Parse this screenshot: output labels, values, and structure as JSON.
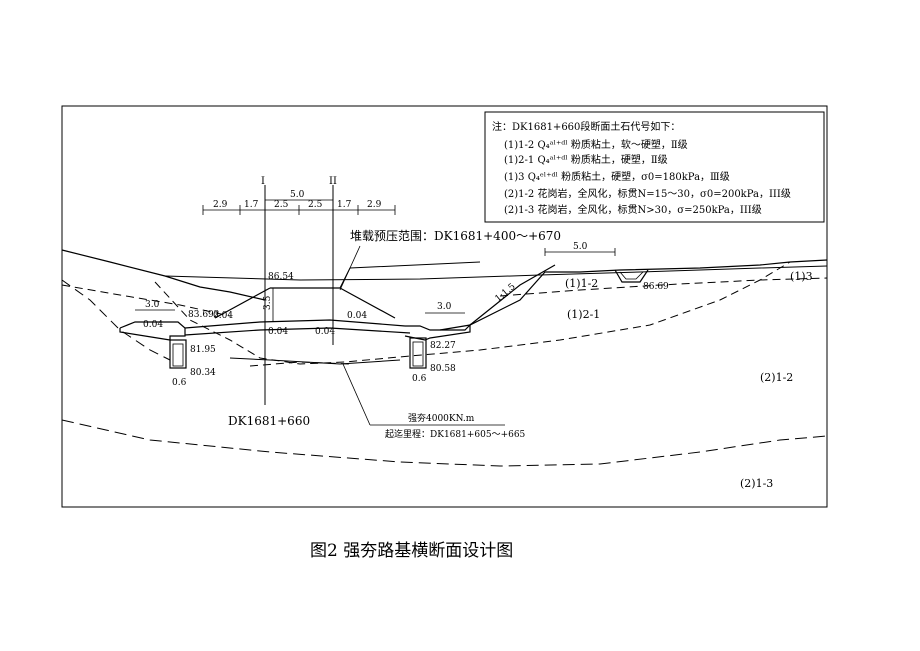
{
  "note": {
    "title": "注：DK1681+660段断面土石代号如下：",
    "rows": [
      "(1)1-2 Q₄ᵃˡ⁺ᵈˡ 粉质粘土，软～硬塑，Ⅱ级",
      "(1)2-1 Q₄ᵃˡ⁺ᵈˡ 粉质粘土，硬塑，Ⅱ级",
      "(1)3 Q₄ᵉˡ⁺ᵈˡ 粉质粘土，硬塑，σ0=180kPa，Ⅲ级",
      "(2)1-2 花岗岩，全风化，标贯N=15～30，σ0=200kPa，III级",
      "(2)1-3 花岗岩，全风化，标贯N>30，σ=250kPa，III级"
    ]
  },
  "dims": {
    "top_span": "5.0",
    "segments": [
      "2.9",
      "1.7",
      "2.5",
      "2.5",
      "1.7",
      "2.9"
    ],
    "left_berm": "3.0",
    "right_berm": "3.0",
    "right_top": "5.0",
    "depth": "3.5",
    "ditch_left_width": "0.6",
    "ditch_right_width": "0.6"
  },
  "axes": {
    "left": "I",
    "right": "II"
  },
  "labels": {
    "preload": "堆载预压范围：DK1681+400～+670",
    "station": "DK1681+660",
    "dynamic_energy": "强夯4000KN.m",
    "dynamic_range": "起迄里程：DK1681+605～+665",
    "slope": "1:1.5"
  },
  "elevations": {
    "top": "86.54",
    "left_shoulder": "83.692",
    "right_ground": "86.69",
    "left_ditch_top": "81.95",
    "left_ditch_bottom": "80.34",
    "right_ditch_top": "82.27",
    "right_ditch_bottom": "80.58"
  },
  "slopes": {
    "left_berm": "0.04",
    "left_bed": "0.04",
    "center_left": "0.04",
    "center_right": "0.04",
    "right_bed": "0.04"
  },
  "soils": {
    "l12": "(1)1-2",
    "l13": "(1)3",
    "l21": "(1)2-1",
    "r212": "(2)1-2",
    "r213": "(2)1-3"
  },
  "caption": "图2  强夯路基横断面设计图"
}
